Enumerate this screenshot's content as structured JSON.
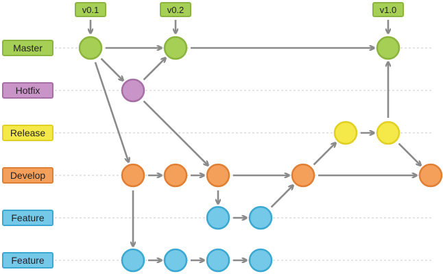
{
  "branches": [
    {
      "id": "master",
      "label": "Master",
      "fill": "#a5cf55",
      "stroke": "#8bb43f"
    },
    {
      "id": "hotfix",
      "label": "Hotfix",
      "fill": "#c994c7",
      "stroke": "#a56ea4"
    },
    {
      "id": "release",
      "label": "Release",
      "fill": "#f5e94a",
      "stroke": "#e1cf22"
    },
    {
      "id": "develop",
      "label": "Develop",
      "fill": "#f5a05a",
      "stroke": "#e07f33"
    },
    {
      "id": "feature1",
      "label": "Feature",
      "fill": "#74c8e8",
      "stroke": "#3ba8d2"
    },
    {
      "id": "feature2",
      "label": "Feature",
      "fill": "#74c8e8",
      "stroke": "#3ba8d2"
    }
  ],
  "tags": [
    {
      "label": "v0.1",
      "commit": "m1"
    },
    {
      "label": "v0.2",
      "commit": "m2"
    },
    {
      "label": "v1.0",
      "commit": "m3"
    }
  ],
  "commits": [
    {
      "id": "m1",
      "branch": "master"
    },
    {
      "id": "m2",
      "branch": "master"
    },
    {
      "id": "m3",
      "branch": "master"
    },
    {
      "id": "h1",
      "branch": "hotfix"
    },
    {
      "id": "r1",
      "branch": "release"
    },
    {
      "id": "r2",
      "branch": "release"
    },
    {
      "id": "d1",
      "branch": "develop"
    },
    {
      "id": "d2",
      "branch": "develop"
    },
    {
      "id": "d3",
      "branch": "develop"
    },
    {
      "id": "d4",
      "branch": "develop"
    },
    {
      "id": "d5",
      "branch": "develop"
    },
    {
      "id": "f1",
      "branch": "feature1"
    },
    {
      "id": "f2",
      "branch": "feature1"
    },
    {
      "id": "g1",
      "branch": "feature2"
    },
    {
      "id": "g2",
      "branch": "feature2"
    },
    {
      "id": "g3",
      "branch": "feature2"
    },
    {
      "id": "g4",
      "branch": "feature2"
    }
  ],
  "edges": [
    {
      "from": "m1",
      "to": "m2"
    },
    {
      "from": "m2",
      "to": "m3"
    },
    {
      "from": "m1",
      "to": "h1"
    },
    {
      "from": "h1",
      "to": "m2"
    },
    {
      "from": "m1",
      "to": "d1"
    },
    {
      "from": "h1",
      "to": "d3"
    },
    {
      "from": "d1",
      "to": "d2"
    },
    {
      "from": "d2",
      "to": "d3"
    },
    {
      "from": "d3",
      "to": "d4"
    },
    {
      "from": "d4",
      "to": "d5"
    },
    {
      "from": "d3",
      "to": "f1"
    },
    {
      "from": "f1",
      "to": "f2"
    },
    {
      "from": "f2",
      "to": "d4"
    },
    {
      "from": "d4",
      "to": "r1"
    },
    {
      "from": "r1",
      "to": "r2"
    },
    {
      "from": "r2",
      "to": "m3"
    },
    {
      "from": "r2",
      "to": "d5"
    },
    {
      "from": "d1",
      "to": "g1"
    },
    {
      "from": "g1",
      "to": "g2"
    },
    {
      "from": "g2",
      "to": "g3"
    },
    {
      "from": "g3",
      "to": "g4"
    }
  ],
  "colors": {
    "arrow": "#8a8a8a",
    "lane_line": "#c8c8c8",
    "tag_fill": "#a5cf55",
    "tag_stroke": "#8bb43f"
  }
}
